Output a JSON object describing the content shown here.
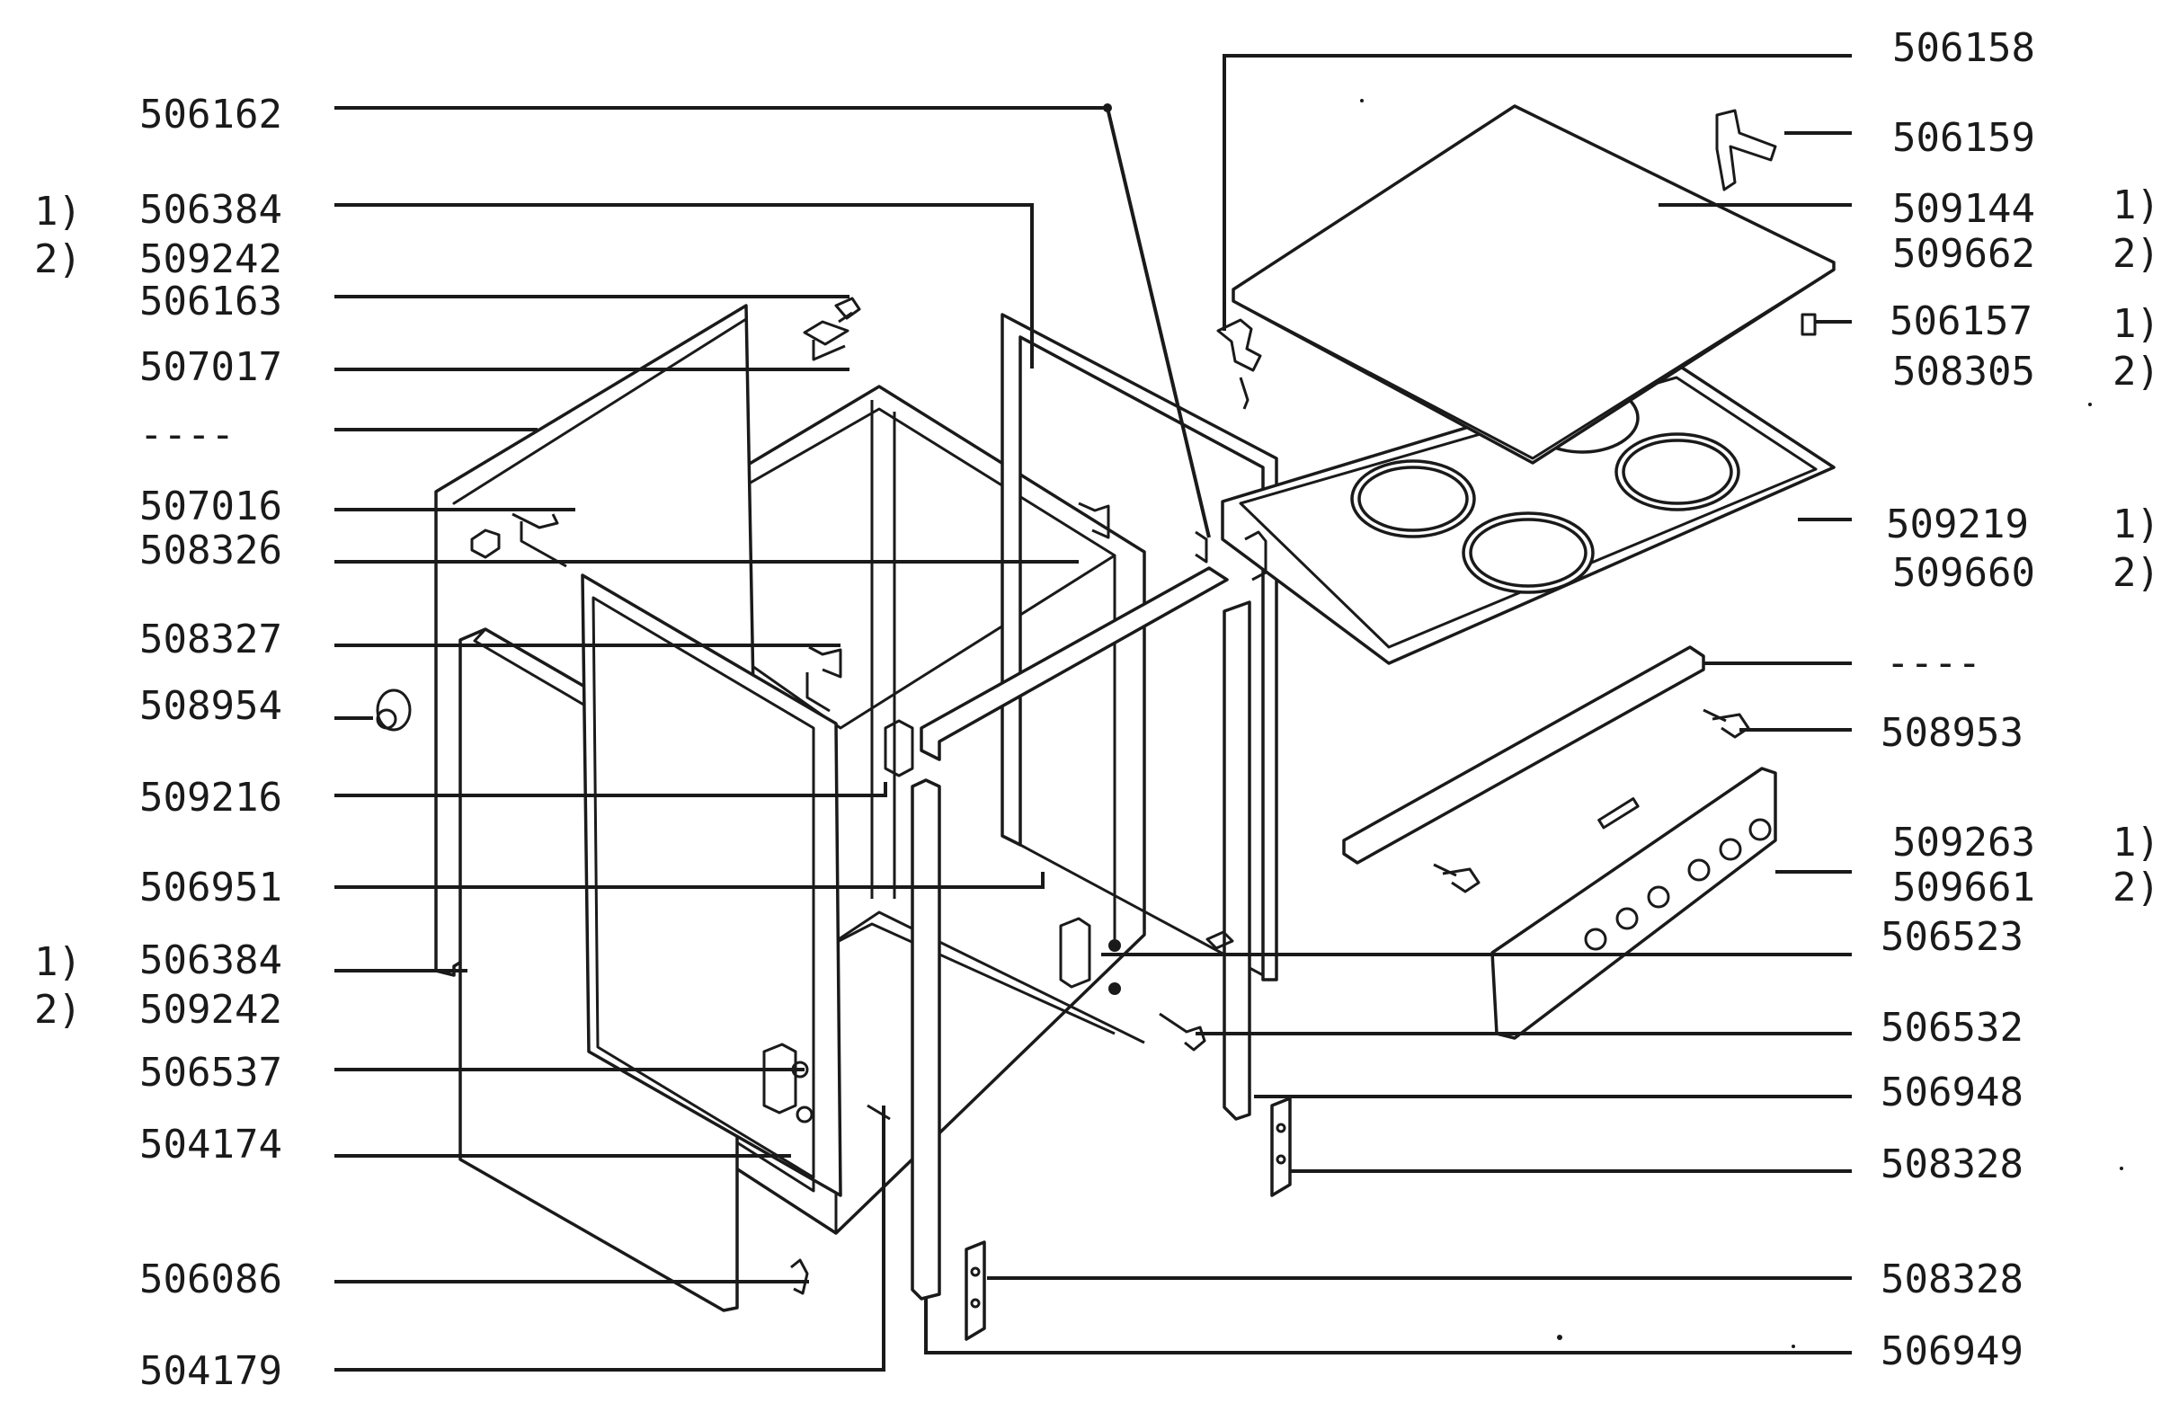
{
  "colors": {
    "ink": "#1a1a1a",
    "background": "#ffffff"
  },
  "left_labels": [
    {
      "id": "l1",
      "code": "506162"
    },
    {
      "id": "l2",
      "code": "506384",
      "variant": "1)"
    },
    {
      "id": "l3",
      "code": "509242",
      "variant": "2)"
    },
    {
      "id": "l4",
      "code": "506163"
    },
    {
      "id": "l5",
      "code": "507017"
    },
    {
      "id": "l6",
      "code": "----"
    },
    {
      "id": "l7",
      "code": "507016"
    },
    {
      "id": "l8",
      "code": "508326"
    },
    {
      "id": "l9",
      "code": "508327"
    },
    {
      "id": "l10",
      "code": "508954"
    },
    {
      "id": "l11",
      "code": "509216"
    },
    {
      "id": "l12",
      "code": "506951"
    },
    {
      "id": "l13",
      "code": "506384",
      "variant": "1)"
    },
    {
      "id": "l14",
      "code": "509242",
      "variant": "2)"
    },
    {
      "id": "l15",
      "code": "506537"
    },
    {
      "id": "l16",
      "code": "504174"
    },
    {
      "id": "l17",
      "code": "506086"
    },
    {
      "id": "l18",
      "code": "504179"
    }
  ],
  "right_labels": [
    {
      "id": "r1",
      "code": "506158"
    },
    {
      "id": "r2",
      "code": "506159"
    },
    {
      "id": "r3",
      "code": "509144",
      "variant": "1)"
    },
    {
      "id": "r4",
      "code": "509662",
      "variant": "2)"
    },
    {
      "id": "r5",
      "code": "506157",
      "variant": "1)"
    },
    {
      "id": "r6",
      "code": "508305",
      "variant": "2)"
    },
    {
      "id": "r7",
      "code": "509219",
      "variant": "1)"
    },
    {
      "id": "r8",
      "code": "509660",
      "variant": "2)"
    },
    {
      "id": "r9",
      "code": "----"
    },
    {
      "id": "r10",
      "code": "508953"
    },
    {
      "id": "r11",
      "code": "509263",
      "variant": "1)"
    },
    {
      "id": "r12",
      "code": "509661",
      "variant": "2)"
    },
    {
      "id": "r13",
      "code": "506523"
    },
    {
      "id": "r14",
      "code": "506532"
    },
    {
      "id": "r15",
      "code": "506948"
    },
    {
      "id": "r16",
      "code": "508328"
    },
    {
      "id": "r17",
      "code": "508328"
    },
    {
      "id": "r18",
      "code": "506949"
    }
  ]
}
